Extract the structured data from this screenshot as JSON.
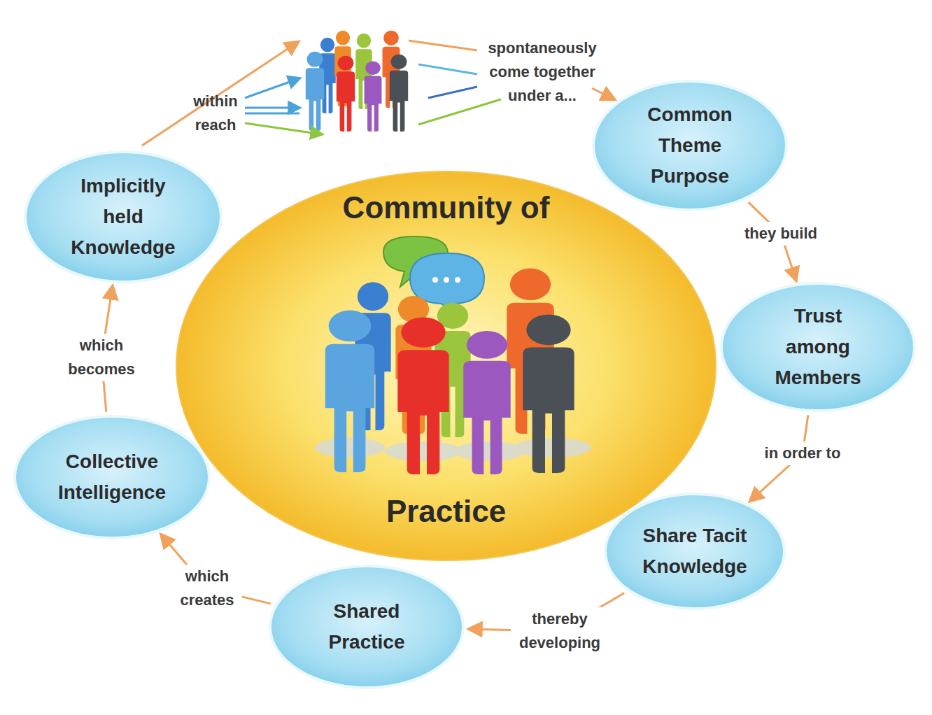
{
  "diagram": {
    "nodes": [
      {
        "text": [
          "Community of",
          "Practice"
        ]
      },
      {
        "text": [
          "Common Theme Purpose"
        ]
      },
      {
        "text": [
          "Trust among Members"
        ]
      },
      {
        "text": [
          "Share Tacit Knowledge"
        ]
      },
      {
        "text": [
          "Shared Practice"
        ]
      },
      {
        "text": [
          "Collective Intelligence"
        ]
      },
      {
        "text": [
          "Implicitly held Knowledge"
        ]
      }
    ],
    "edges": [
      {
        "from": 1,
        "to": 2,
        "label": "they build",
        "arrow": "to"
      },
      {
        "from": 2,
        "to": 3,
        "label": "in order to",
        "arrow": "to"
      },
      {
        "from": 3,
        "to": 4,
        "label": "thereby developing",
        "arrow": "to"
      },
      {
        "from": 4,
        "to": 5,
        "label": "which creates",
        "arrow": "to"
      },
      {
        "from": 5,
        "to": 6,
        "label": "which becomes",
        "arrow": "to"
      }
    ],
    "labels": [
      "within reach",
      "spontaneously come together under a..."
    ]
  }
}
